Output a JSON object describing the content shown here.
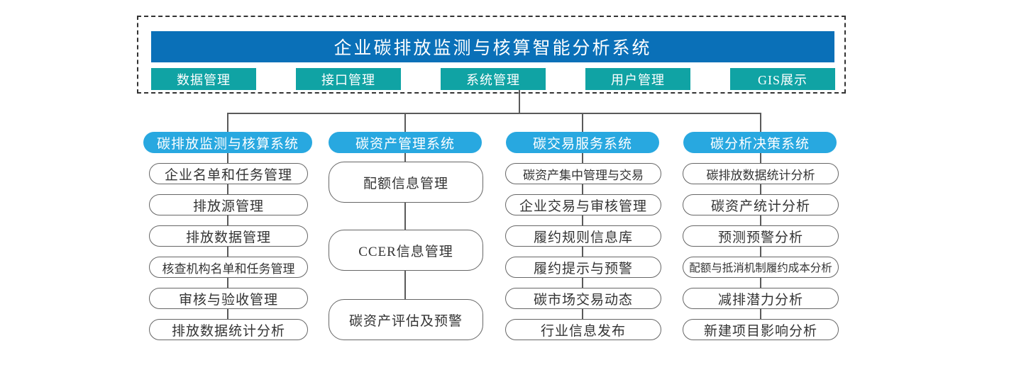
{
  "title": "企业碳排放监测与核算智能分析系统",
  "top_buttons": [
    "数据管理",
    "接口管理",
    "系统管理",
    "用户管理",
    "GIS展示"
  ],
  "columns": [
    {
      "header": "碳排放监测与核算系统",
      "items": [
        "企业名单和任务管理",
        "排放源管理",
        "排放数据管理",
        "核查机构名单和任务管理",
        "审核与验收管理",
        "排放数据统计分析"
      ]
    },
    {
      "header": "碳资产管理系统",
      "items": [
        "配额信息管理",
        "CCER信息管理",
        "碳资产评估及预警"
      ]
    },
    {
      "header": "碳交易服务系统",
      "items": [
        "碳资产集中管理与交易",
        "企业交易与审核管理",
        "履约规则信息库",
        "履约提示与预警",
        "碳市场交易动态",
        "行业信息发布"
      ]
    },
    {
      "header": "碳分析决策系统",
      "items": [
        "碳排放数据统计分析",
        "碳资产统计分析",
        "预测预警分析",
        "配额与抵消机制履约成本分析",
        "减排潜力分析",
        "新建项目影响分析"
      ]
    }
  ],
  "colors": {
    "title_bar": "#0a70b8",
    "module_button": "#10a3a4",
    "column_header": "#28a8e0",
    "connector": "#5a5a5a",
    "item_border": "#666666",
    "frame_border": "#333333"
  }
}
